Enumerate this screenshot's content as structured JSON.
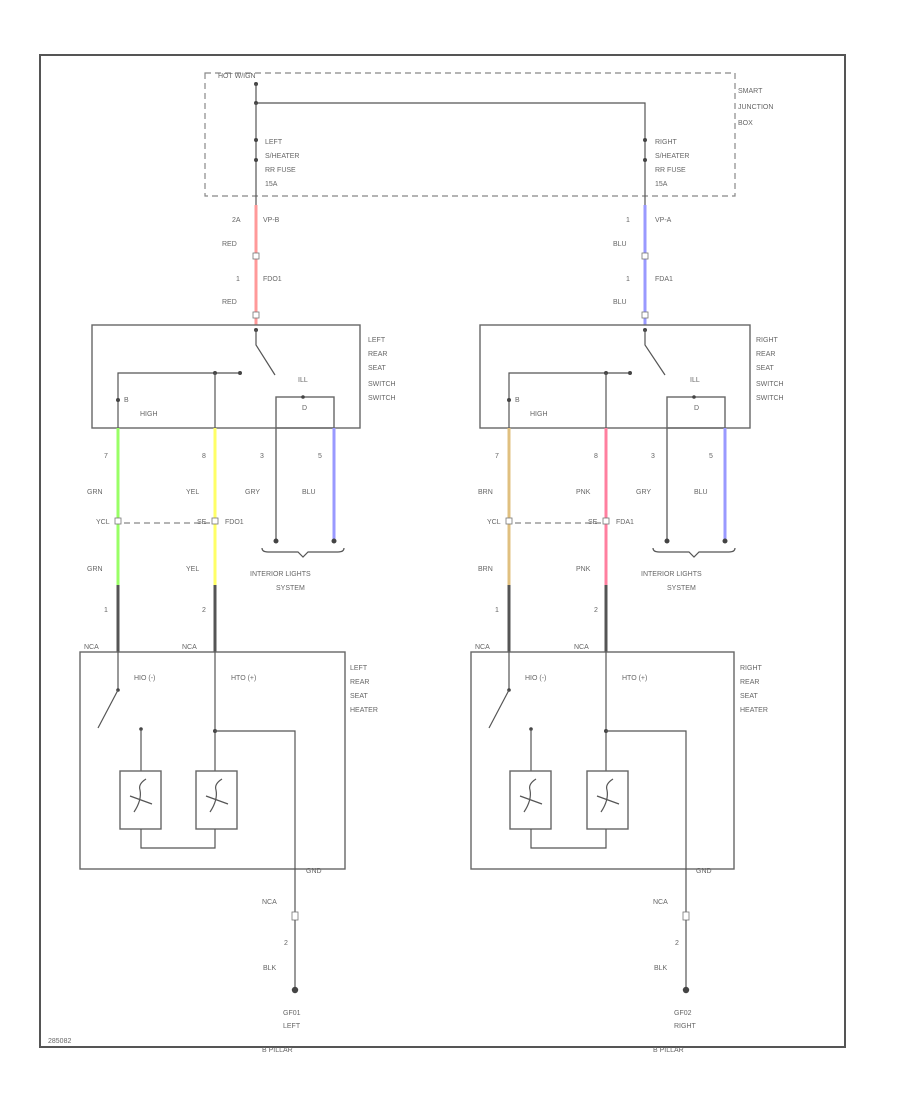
{
  "colors": {
    "red": "#ff9999",
    "blue": "#9999ff",
    "green": "#99ff66",
    "yellow": "#ffff66",
    "brown": "#e0c080",
    "pink": "#ff7f9f",
    "gray": "#666666",
    "dark": "#555555"
  },
  "junction": {
    "hot": "HOT W/IGN",
    "label": [
      "SMART",
      "JUNCTION",
      "BOX"
    ],
    "fuse_left": [
      "LEFT",
      "S/HEATER",
      "RR FUSE",
      "15A"
    ],
    "fuse_right": [
      "RIGHT",
      "S/HEATER",
      "RR FUSE",
      "15A"
    ]
  },
  "left": {
    "conn1_pin": "2A",
    "conn1_name": "VP-B",
    "wire_a": "RED",
    "conn2_pin": "1",
    "conn2_name": "FDO1",
    "wire_b": "RED",
    "switch_label": [
      "LEFT",
      "REAR",
      "SEAT",
      "SWITCH",
      "SWITCH"
    ],
    "ind_label": "ILL",
    "ind_pin": "D",
    "hi_label": "HIGH",
    "pin_b": "B",
    "pins": [
      "7",
      "8",
      "3",
      "5"
    ],
    "wires": [
      "GRN",
      "YEL",
      "GRY",
      "BLU"
    ],
    "splice_left": "YCL",
    "splice_mid": "SE",
    "splice_name": "FDO1",
    "lower_wires": [
      "GRN",
      "YEL"
    ],
    "ils": [
      "INTERIOR LIGHTS",
      "SYSTEM"
    ],
    "heater_pins": [
      "1",
      "2"
    ],
    "nca": [
      "NCA",
      "NCA"
    ],
    "heater_label": [
      "LEFT",
      "REAR",
      "SEAT",
      "HEATER"
    ],
    "hi_term": "HIO (-)",
    "hto_term": "HTO (+)",
    "gnd_tag": "GND",
    "ground_conn": "NCA",
    "ground_pin": "2",
    "ground_wire": "BLK",
    "ground_label": [
      "GF01",
      "LEFT",
      "B PILLAR"
    ]
  },
  "right": {
    "conn1_pin": "1",
    "conn1_name": "VP-A",
    "wire_a": "BLU",
    "conn2_pin": "1",
    "conn2_name": "FDA1",
    "wire_b": "BLU",
    "switch_label": [
      "RIGHT",
      "REAR",
      "SEAT",
      "SWITCH",
      "SWITCH"
    ],
    "ind_label": "ILL",
    "ind_pin": "D",
    "hi_label": "HIGH",
    "pin_b": "B",
    "pins": [
      "7",
      "8",
      "3",
      "5"
    ],
    "wires": [
      "BRN",
      "PNK",
      "GRY",
      "BLU"
    ],
    "splice_left": "YCL",
    "splice_mid": "SE",
    "splice_name": "FDA1",
    "lower_wires": [
      "BRN",
      "PNK"
    ],
    "ils": [
      "INTERIOR LIGHTS",
      "SYSTEM"
    ],
    "heater_pins": [
      "1",
      "2"
    ],
    "nca": [
      "NCA",
      "NCA"
    ],
    "heater_label": [
      "RIGHT",
      "REAR",
      "SEAT",
      "HEATER"
    ],
    "hi_term": "HIO (-)",
    "hto_term": "HTO (+)",
    "gnd_tag": "GND",
    "ground_conn": "NCA",
    "ground_pin": "2",
    "ground_wire": "BLK",
    "ground_label": [
      "GF02",
      "RIGHT",
      "B PILLAR"
    ]
  },
  "footer_id": "285082"
}
